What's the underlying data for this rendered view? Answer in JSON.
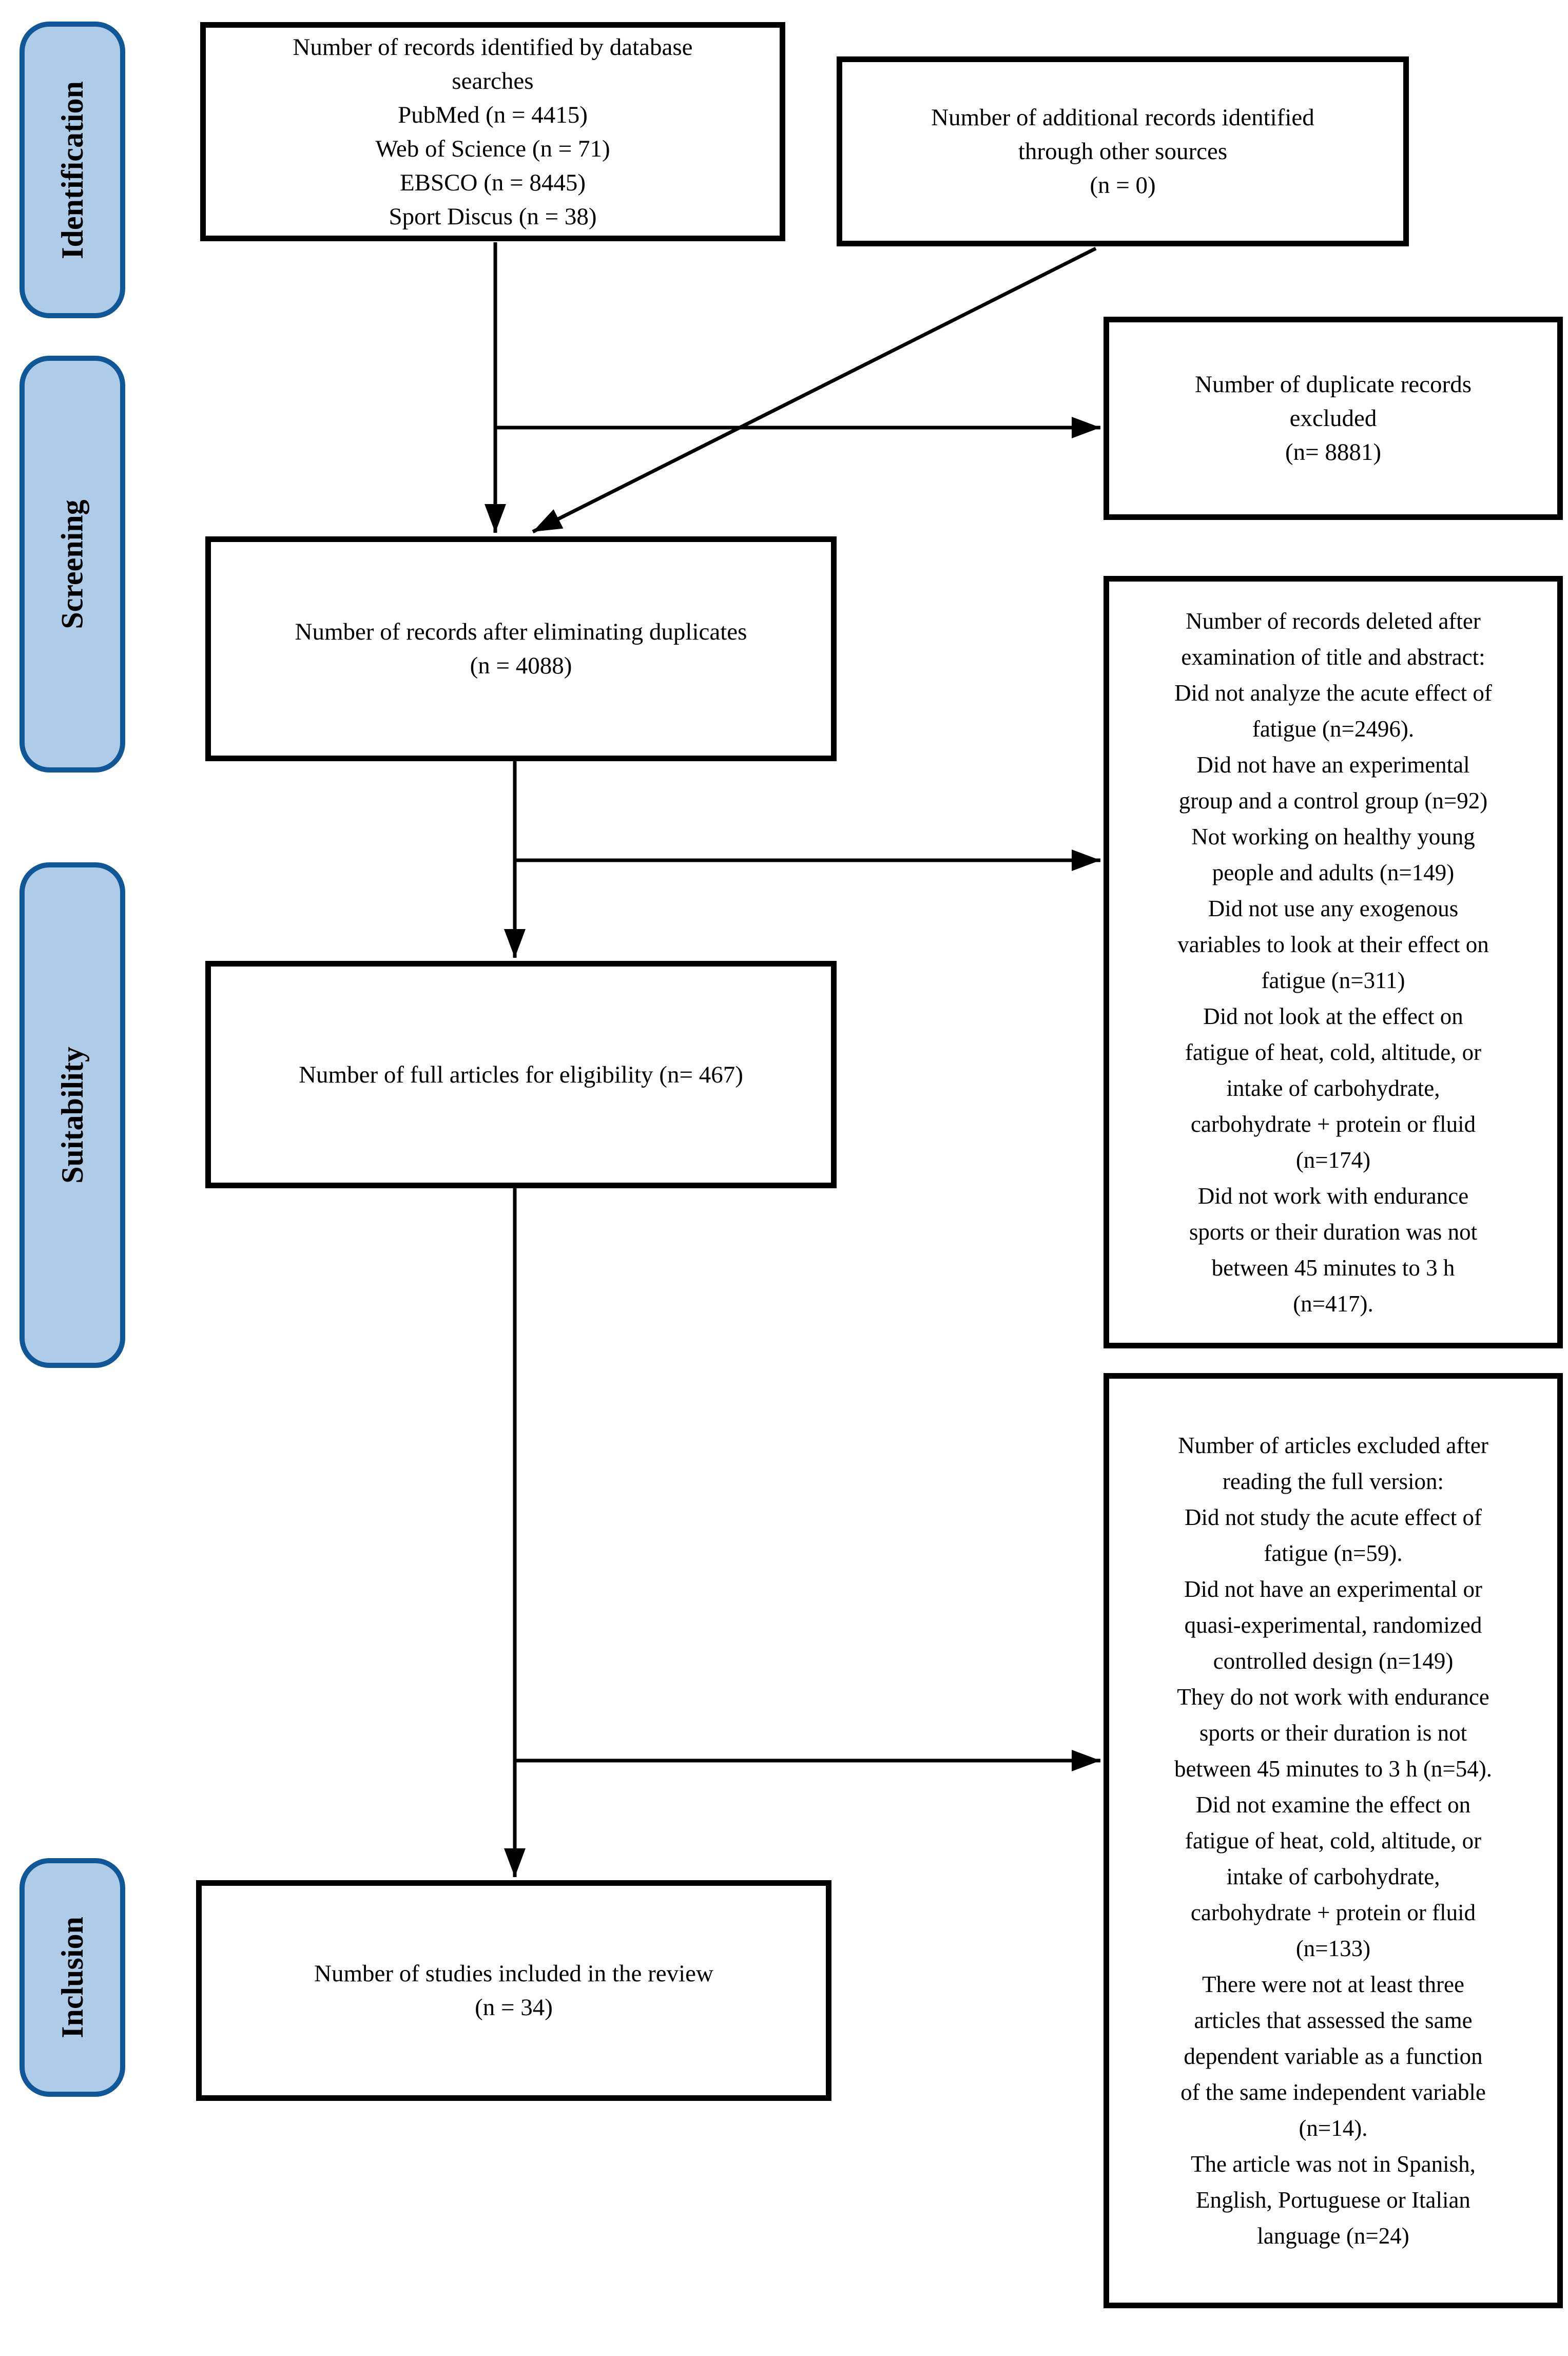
{
  "colors": {
    "stage_fill": "#aecbe8",
    "stage_border": "#0f5796",
    "box_border": "#000000",
    "arrow": "#000000",
    "text": "#000000",
    "background": "#ffffff"
  },
  "stages": [
    {
      "label": "Identification"
    },
    {
      "label": "Screening"
    },
    {
      "label": "Suitability"
    },
    {
      "label": "Inclusion"
    }
  ],
  "boxes": {
    "identified": {
      "text": "Number of records identified by database\nsearches\nPubMed (n = 4415)\nWeb of Science (n = 71)\nEBSCO (n = 8445)\nSport Discus (n = 38)"
    },
    "additional_sources": {
      "text": "Number of additional records identified\nthrough other sources\n(n = 0)"
    },
    "duplicates_excluded": {
      "text": "Number of duplicate records\nexcluded\n(n= 8881)"
    },
    "after_duplicates": {
      "text": "Number of records after eliminating duplicates\n(n = 4088)"
    },
    "title_abstract_excluded": {
      "text": "Number of records deleted after\nexamination of title and abstract:\nDid not analyze the acute effect of\nfatigue (n=2496).\nDid not have an experimental\ngroup and a control group (n=92)\nNot working on healthy young\npeople and adults (n=149)\nDid not use any exogenous\nvariables to look at their effect on\nfatigue (n=311)\nDid not look at the effect on\nfatigue of heat, cold, altitude, or\nintake of carbohydrate,\ncarbohydrate + protein or fluid\n(n=174)\nDid not work with endurance\nsports or their duration was not\nbetween 45 minutes to 3 h\n(n=417)."
    },
    "eligibility": {
      "text": "Number of full articles for eligibility (n= 467)"
    },
    "fulltext_excluded": {
      "text": "Number of articles excluded after\nreading the full version:\nDid not study the acute effect of\nfatigue (n=59).\nDid not have an experimental or\nquasi-experimental, randomized\ncontrolled design (n=149)\nThey do not work with endurance\nsports or their duration is not\nbetween 45 minutes to 3 h (n=54).\nDid not examine the effect on\nfatigue of heat, cold, altitude, or\nintake of carbohydrate,\ncarbohydrate + protein or fluid\n(n=133)\nThere were not at least three\narticles that assessed the same\ndependent variable as a function\nof the same independent variable\n(n=14).\nThe article was not in Spanish,\nEnglish, Portuguese or Italian\nlanguage (n=24)"
    },
    "included": {
      "text": "Number of studies included in the review\n(n = 34)"
    }
  }
}
